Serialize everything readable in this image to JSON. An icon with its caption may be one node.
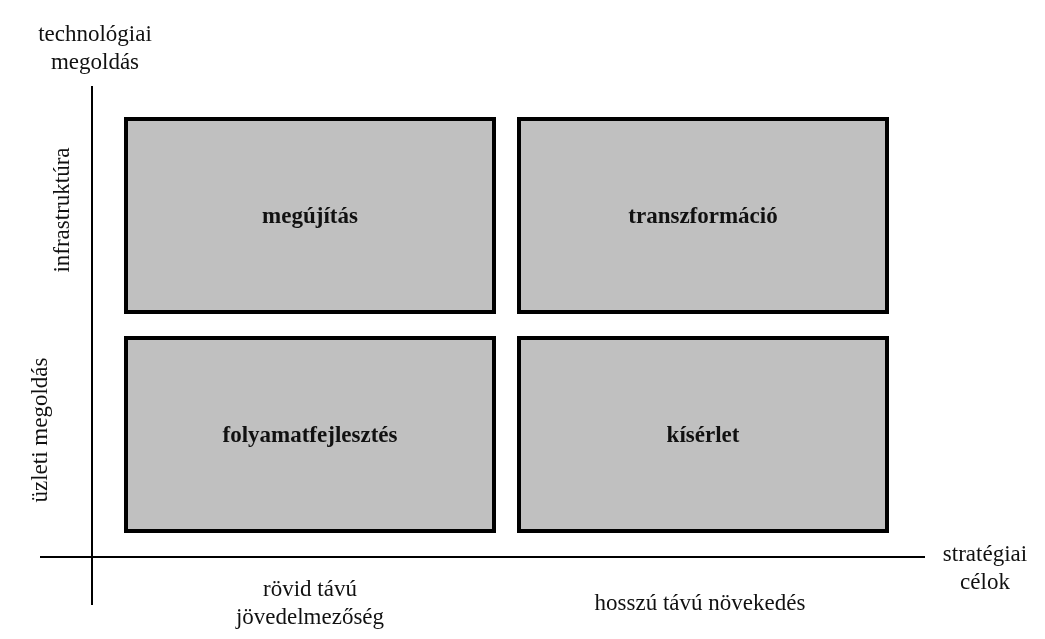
{
  "diagram": {
    "nodes": [
      {
        "text": [
          "megújítás"
        ]
      },
      {
        "text": [
          "transzformáció"
        ]
      },
      {
        "text": [
          "folyamatfejlesztés"
        ]
      },
      {
        "text": [
          "kísérlet"
        ]
      }
    ],
    "labels": [
      "technológiai megoldás",
      "infrastruktúra",
      "üzleti megoldás",
      "stratégiai célok",
      "rövid távú jövedelmezőség",
      "hosszú távú növekedés"
    ]
  }
}
